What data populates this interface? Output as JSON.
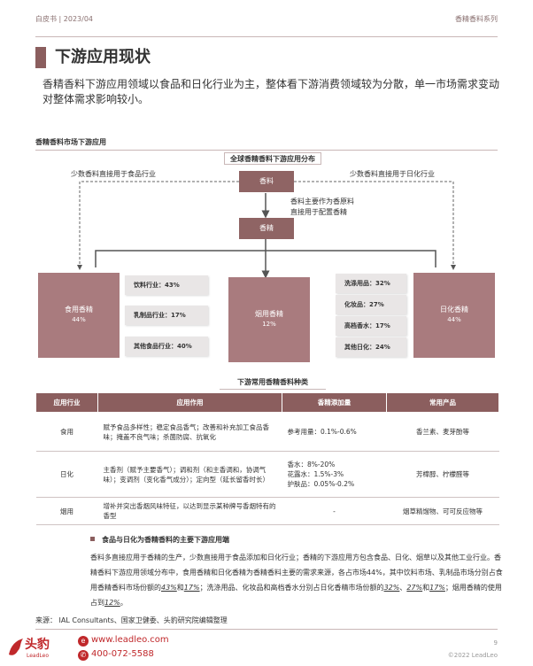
{
  "header": {
    "left": "白皮书 | 2023/04",
    "right": "香精香料系列"
  },
  "title": "下游应用现状",
  "intro": "香精香料下游应用领域以食品和日化行业为主，整体看下游消费领域较为分散，单一市场需求变动对整体需求影响较小。",
  "section_label": "香精香料市场下游应用",
  "diagram": {
    "title": "全球香精香料下游应用分布",
    "note_left": "少数香料直接用于食品行业",
    "note_right": "少数香料直接用于日化行业",
    "spice": "香料",
    "spice_note_1": "香料主要作为香原料",
    "spice_note_2": "直接用于配置香精",
    "essence": "香精",
    "food": {
      "name": "食用香精",
      "pct": "44%"
    },
    "tobacco": {
      "name": "烟用香精",
      "pct": "12%"
    },
    "daily": {
      "name": "日化香精",
      "pct": "44%"
    },
    "food_tags": [
      {
        "label": "饮料行业：43%"
      },
      {
        "label": "乳制品行业：17%"
      },
      {
        "label": "其他食品行业：40%"
      }
    ],
    "daily_tags": [
      {
        "label": "洗涤用品：32%"
      },
      {
        "label": "化妆品：27%"
      },
      {
        "label": "高档香水：17%"
      },
      {
        "label": "其他日化：24%"
      }
    ]
  },
  "table": {
    "title": "下游常用香精香料种类",
    "headers": [
      "应用行业",
      "应用作用",
      "香精添加量",
      "常用产品"
    ],
    "rows": [
      {
        "industry": "食用",
        "role": "赋予食品多样性；稳定食品香气；改善和补充加工食品香味；掩盖不良气味；杀菌防腐、抗氧化",
        "amount": "参考用量：0.1%-0.6%",
        "products": "香兰素、麦芽酚等"
      },
      {
        "industry": "日化",
        "role": "主香剂（赋予主要香气）；调和剂（和主香调和，协调气味）；变调剂（变化香气成分）；定向型（延长留香时长）",
        "amount_1": "香水：8%-20%",
        "amount_2": "花露水：1.5%-3%",
        "amount_3": "护肤品：0.05%-0.2%",
        "products": "芳樟醇、柠檬醛等"
      },
      {
        "industry": "烟用",
        "role": "增补并突出香烟风味特征，以达到显示某种牌号香烟特有的香型",
        "amount": "-",
        "products": "烟草精馏物、可可反应物等"
      }
    ]
  },
  "bullet": "食品与日化为香精香料的主要下游应用端",
  "paragraph": {
    "p1": "香料多直接应用于香精的生产，少数直接用于食品添加和日化行业；香精的下游应用方包含食品、日化、烟草以及其他工业行业。香精香料下游应用领域分布中，食用香精和日化香精为香精香料主要的需求来源，各占市场44%，其中饮料市场、乳制品市场分别占食用香精香料市场份额的",
    "u1": "43%",
    "p2": "和",
    "u2": "17%",
    "p3": "；洗涤用品、化妆品和高档香水分别占日化香精市场份额的",
    "u3": "32%",
    "p4": "、",
    "u4": "27%",
    "p5": "和",
    "u5": "17%",
    "p6": "；烟用香精的使用占到",
    "u6": "12%",
    "p7": "。"
  },
  "source": "来源：  IAL Consultants、国家卫健委、头豹研究院编辑整理",
  "footer": {
    "logo_cn": "头豹",
    "logo_en": "LeadLeo",
    "web": "www.leadleo.com",
    "phone": "400-072-5588",
    "page": "9",
    "copyright": "©2022 LeadLeo"
  }
}
